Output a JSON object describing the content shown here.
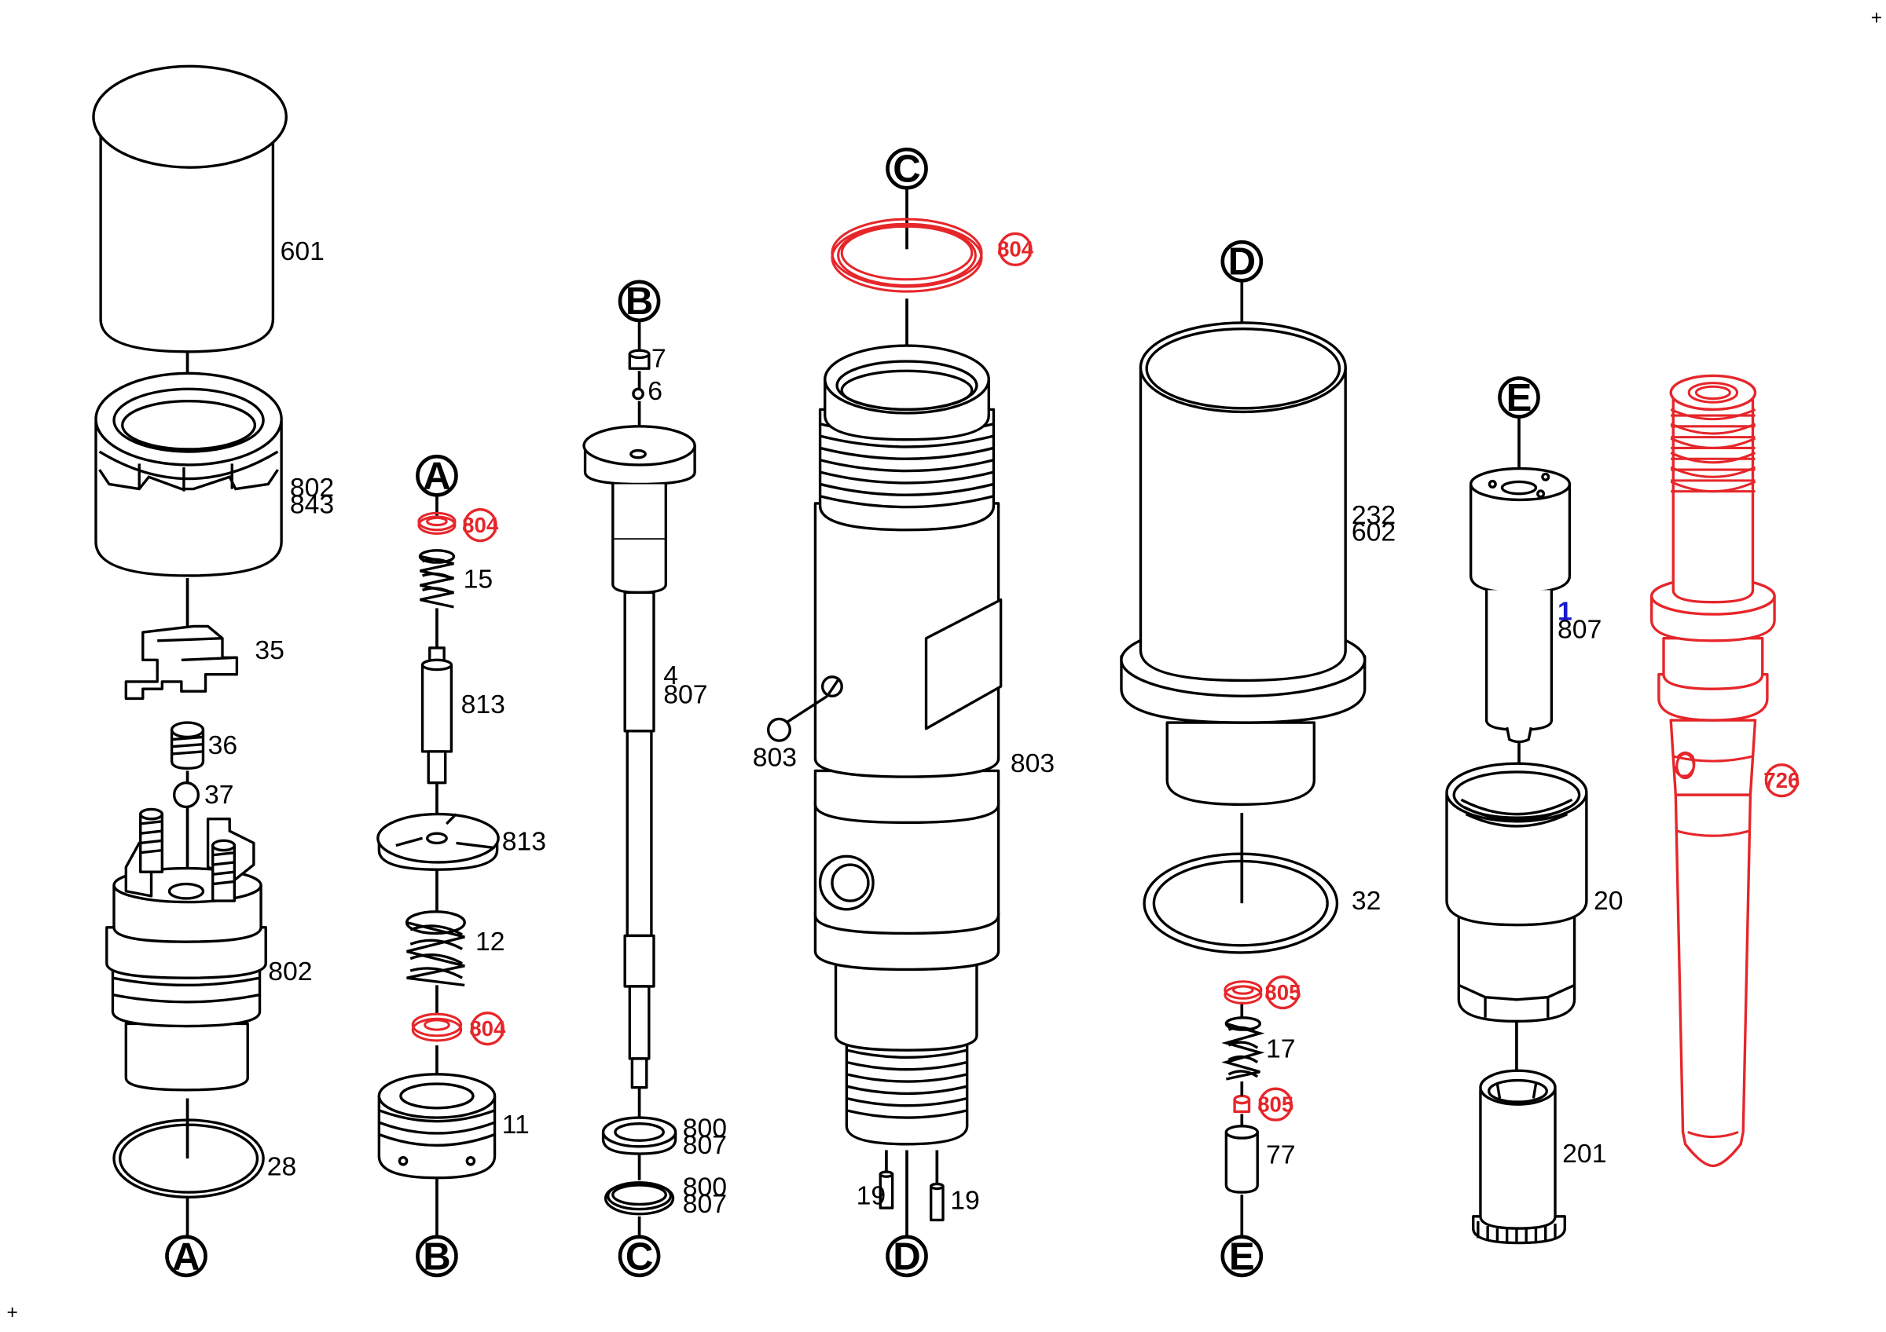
{
  "reference_markers": {
    "A_top": "A",
    "A_bottom": "A",
    "B_top": "B",
    "B_bottom": "B",
    "C_top": "C",
    "C_bottom": "C",
    "D_top": "D",
    "D_bottom": "D",
    "E_top": "E",
    "E_bottom": "E"
  },
  "part_labels": {
    "p601": "601",
    "p802_843": [
      "802",
      "843"
    ],
    "p35": "35",
    "p36": "36",
    "p37": "37",
    "p802": "802",
    "p28": "28",
    "p15": "15",
    "p813_a": "813",
    "p813_b": "813",
    "p12": "12",
    "p11": "11",
    "p7": "7",
    "p6": "6",
    "p4_807": [
      "4",
      "807"
    ],
    "p800_807_a": [
      "800",
      "807"
    ],
    "p800_807_b": [
      "800",
      "807"
    ],
    "p803_ball": "803",
    "p803_body": "803",
    "p19_a": "19",
    "p19_b": "19",
    "p232_602": [
      "232",
      "602"
    ],
    "p32": "32",
    "p17": "17",
    "p77": "77",
    "p1": "1",
    "p807": "807",
    "p20": "20",
    "p201": "201"
  },
  "highlighted_tags": {
    "t804_a": "804",
    "t804_b": "804",
    "t804_c": "804",
    "t805_a": "805",
    "t805_b": "805",
    "t726": "726"
  },
  "corner_marks": {
    "top_right": "+",
    "bottom_left": "+"
  },
  "colors": {
    "highlight": "#e6262a",
    "line": "#000000",
    "blue_label": "#1a1ad0"
  }
}
